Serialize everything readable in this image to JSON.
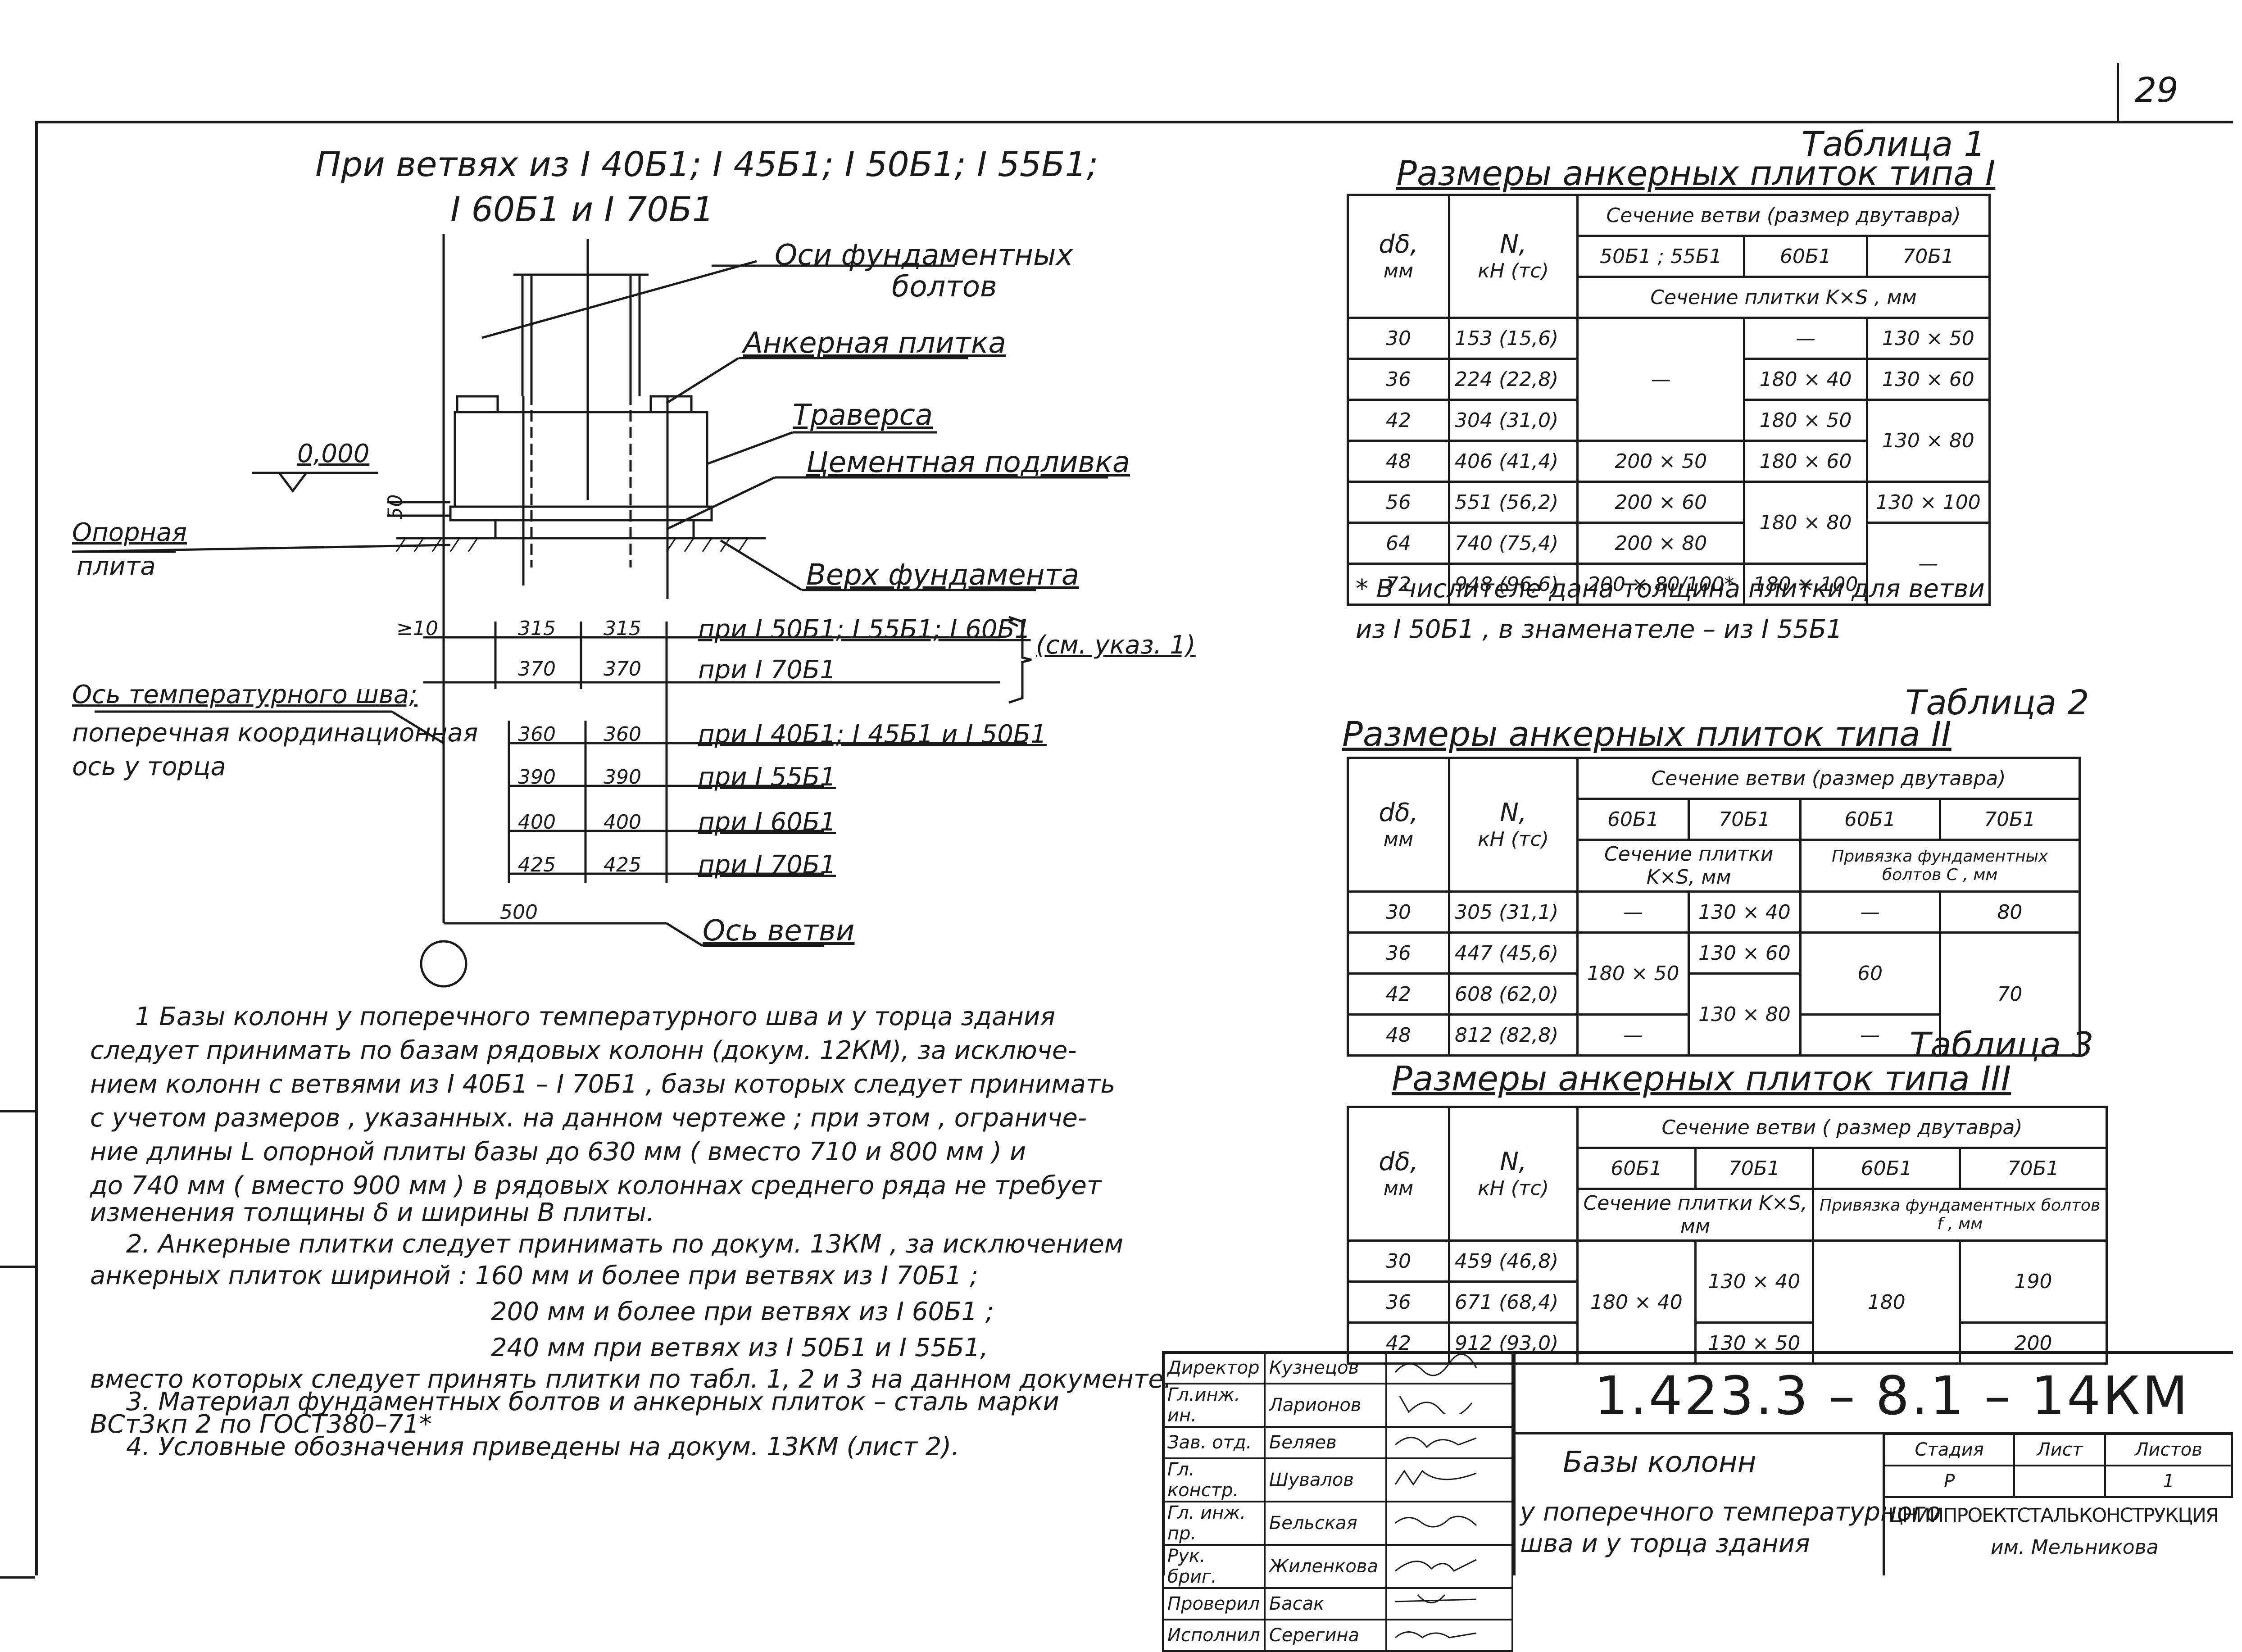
{
  "sheet_number": "29",
  "drawing": {
    "title_line1": "При ветвях из I 40Б1; I 45Б1; I 50Б1; I 55Б1;",
    "title_line2": "I 60Б1  и  I 70Б1",
    "label_axes_1": "Оси фундаментных",
    "label_axes_2": "болтов",
    "label_anchor_plate": "Анкерная плитка",
    "label_traverse": "Траверса",
    "label_grout": "Цементная подливка",
    "label_level": "0,000",
    "label_support_1": "Опорная",
    "label_support_2": "плита",
    "label_50": "50",
    "label_top": "Верх фундамента",
    "label_min10": "≥10",
    "label_joint_1": "Ось температурного шва;",
    "label_joint_2": "поперечная координационная",
    "label_joint_3": "ось у торца",
    "label_branch_axis": "Ось ветви",
    "label_500": "500",
    "label_see": "(см. указ. 1)",
    "dim_rows": [
      {
        "a": "315",
        "b": "315",
        "note": "при I 50Б1; I 55Б1; I 60Б1"
      },
      {
        "a": "370",
        "b": "370",
        "note": "при  I  70Б1"
      },
      {
        "a": "360",
        "b": "360",
        "note": "при I 40Б1;  I 45Б1  и  I 50Б1"
      },
      {
        "a": "390",
        "b": "390",
        "note": "при  I  55Б1"
      },
      {
        "a": "400",
        "b": "400",
        "note": "при  I  60Б1"
      },
      {
        "a": "425",
        "b": "425",
        "note": "при  I  70Б1"
      }
    ]
  },
  "notes": {
    "n1_1": "1  Базы  колонн  у поперечного  температурного  шва и у торца  здания",
    "n1_2": "следует   принимать   по   базам  рядовых  колонн  (докум. 12КМ), за исключе-",
    "n1_3": "нием    колонн  с ветвями   из  I 40Б1 – I 70Б1 , базы  которых  следует  принимать",
    "n1_4": "с учетом   размеров ,  указанных.  на данном   чертеже ;  при  этом , ограниче-",
    "n1_5": "ние   длины  L  опорной   плиты  базы  до  630 мм  ( вместо  710 и 800 мм )  и",
    "n1_6": "до  740 мм  ( вместо  900 мм )  в  рядовых  колоннах   среднего  ряда  не  требует",
    "n1_7": "изменения    толщины  δ  и  ширины  В  плиты.",
    "n2_1": "2.  Анкерные  плитки  следует  принимать  по докум. 13КМ , за исключением",
    "n2_2": "анкерных     плиток   шириной :   160 мм   и  более   при ветвях   из  I 70Б1 ;",
    "n2_3": "200 мм   и  более   при ветвях   из  I 60Б1 ;",
    "n2_4": "240 мм   при ветвях  из I 50Б1  и I 55Б1,",
    "n2_5": "вместо  которых  следует  принять   плитки    по  табл.  1, 2 и 3  на данном  документе.",
    "n3_1": "3.   Материал    фундаментных    болтов  и анкерных   плиток – сталь  марки",
    "n3_2": "ВСт3кп 2   по   ГОСТ380–71*",
    "n4_1": "4.   Условные     обозначения      приведены   на докум.  13КМ  (лист 2)."
  },
  "table1": {
    "caption": "Таблица 1",
    "title": "Размеры  анкерных   плиток  типа I",
    "h_d": "dδ,",
    "h_d_unit": "мм",
    "h_n": "N,",
    "h_n_unit": "кН (тс)",
    "h_section": "Сечение  ветви (размер  двутавра)",
    "h_c1": "50Б1 ; 55Б1",
    "h_c2": "60Б1",
    "h_c3": "70Б1",
    "h_plate": "Сечение    плитки  K×S , мм",
    "rows": [
      {
        "d": "30",
        "n": "153  (15,6)"
      },
      {
        "d": "36",
        "n": "224  (22,8)"
      },
      {
        "d": "42",
        "n": "304  (31,0)"
      },
      {
        "d": "48",
        "n": "406  (41,4)"
      },
      {
        "d": "56",
        "n": "551  (56,2)"
      },
      {
        "d": "64",
        "n": "740  (75,4)"
      },
      {
        "d": "72",
        "n": "948  (96,6)"
      }
    ],
    "c1_dash": "—",
    "c1_48": "200 × 50",
    "c1_56": "200 × 60",
    "c1_64": "200 × 80",
    "c1_72": "200 × 80/100*",
    "c2_30": "—",
    "c2_36": "180 × 40",
    "c2_42": "180 × 50",
    "c2_48": "180 × 60",
    "c2_5664": "180 × 80",
    "c2_72": "180 × 100",
    "c3_30": "130 × 50",
    "c3_36": "130 × 60",
    "c3_4248": "130 × 80",
    "c3_56": "130 × 100",
    "c3_dash": "—",
    "footnote_1": "*  В   числителе  дана   толщина   плитки  для  ветви",
    "footnote_2": "из  I 50Б1 ,  в  знаменателе  –  из I 55Б1"
  },
  "table2": {
    "caption": "Таблица 2",
    "title": "Размеры  анкерных   плиток  типа II",
    "h_section": "Сечение   ветви  (размер   двутавра)",
    "h_c1": "60Б1",
    "h_c2": "70Б1",
    "h_c3": "60Б1",
    "h_c4": "70Б1",
    "h_plate": "Сечение  плитки  K×S, мм",
    "h_anchor": "Привязка  фундаментных болтов  С ,  мм",
    "rows": [
      {
        "d": "30",
        "n": "305  (31,1)"
      },
      {
        "d": "36",
        "n": "447  (45,6)"
      },
      {
        "d": "42",
        "n": "608  (62,0)"
      },
      {
        "d": "48",
        "n": "812   (82,8)"
      }
    ],
    "c1_30": "—",
    "c1_mid": "180 × 50",
    "c1_48": "—",
    "c2_30": "130 × 40",
    "c2_36": "130 × 60",
    "c2_4248": "130 × 80",
    "c3_30": "—",
    "c3_mid": "60",
    "c3_48": "—",
    "c4_30": "80",
    "c4_rest": "70"
  },
  "table3": {
    "caption": "Таблица 3",
    "title": "Размеры  анкерных   плиток  типа III",
    "h_section": "Сечение   ветви  ( размер  двутавра)",
    "h_c1": "60Б1",
    "h_c2": "70Б1",
    "h_c3": "60Б1",
    "h_c4": "70Б1",
    "h_plate": "Сечение  плитки  K×S, мм",
    "h_anchor": "Привязка  фундаментных болтов    f , мм",
    "rows": [
      {
        "d": "30",
        "n": "459  (46,8)"
      },
      {
        "d": "36",
        "n": "671  (68,4)"
      },
      {
        "d": "42",
        "n": "912  (93,0)"
      }
    ],
    "c1_all": "180 × 40",
    "c2_3036": "130 × 40",
    "c2_42": "130 × 50",
    "c3_all": "180",
    "c4_3036": "190",
    "c4_42": "200"
  },
  "title_block": {
    "doc_code": "1.423.3 – 8.1 – 14КМ",
    "roles": [
      "Директор",
      "Гл.инж. ин.",
      "Зав. отд.",
      "Гл. констр.",
      "Гл. инж. пр.",
      "Рук. бриг.",
      "Проверил",
      "Исполнил"
    ],
    "names": [
      "Кузнецов",
      "Ларионов",
      "Беляев",
      "Шувалов",
      "Бельская",
      "Жиленкова",
      "Басак",
      "Серегина"
    ],
    "title_main": "Базы   колонн",
    "title_sub_1": "у поперечного  температурного",
    "title_sub_2": "шва и  у  торца  здания",
    "h_stage": "Стадия",
    "h_sheet": "Лист",
    "h_sheets": "Листов",
    "stage": "Р",
    "sheets": "1",
    "org_1": "ЦНИИПРОЕКТСТАЛЬКОНСТРУКЦИЯ",
    "org_2": "им.  Мельникова"
  }
}
